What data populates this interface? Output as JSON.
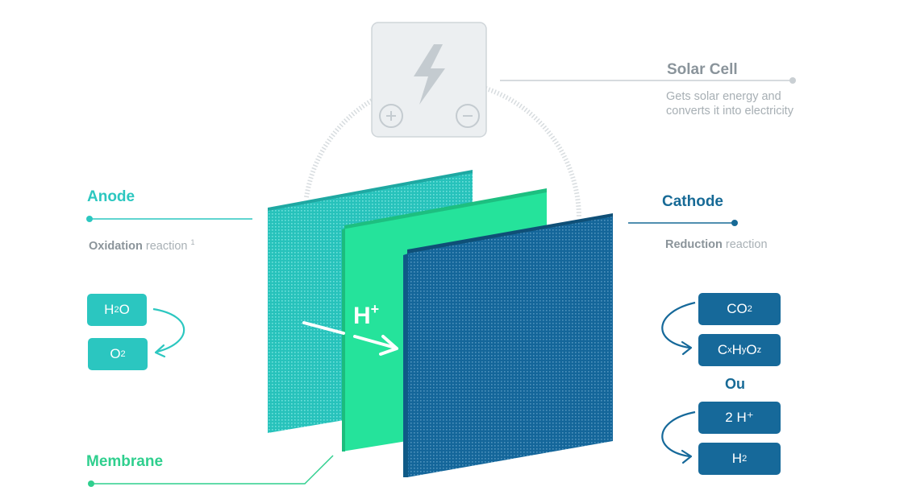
{
  "solar_cell": {
    "title": "Solar Cell",
    "description_line1": "Gets solar energy and",
    "description_line2": "converts it into electricity",
    "plus_symbol": "+",
    "minus_symbol": "−",
    "icon": "lightning-bolt-icon"
  },
  "anode": {
    "title": "Anode",
    "reaction_bold": "Oxidation",
    "reaction_rest": " reaction",
    "footnote": "1",
    "chip_top": {
      "main": "H",
      "sub": "2",
      "tail": "O"
    },
    "chip_bottom": {
      "main": "O",
      "sub": "2"
    }
  },
  "cathode": {
    "title": "Cathode",
    "reaction_bold": "Reduction",
    "reaction_rest": " reaction",
    "chip1": {
      "main": "CO",
      "sub": "2"
    },
    "chip2": {
      "a": "C",
      "x": "x",
      "b": "H",
      "y": "y",
      "c": "O",
      "z": "z"
    },
    "or_label": "Ou",
    "chip3": "2 H⁺",
    "chip4": {
      "main": "H",
      "sub": "2"
    }
  },
  "membrane": {
    "title": "Membrane",
    "proton_label": "H",
    "proton_sup": "+"
  },
  "colors": {
    "anode": "#2cc7c0",
    "membrane": "#25e39b",
    "cathode": "#16699a",
    "gray": "#c9cfd3"
  }
}
